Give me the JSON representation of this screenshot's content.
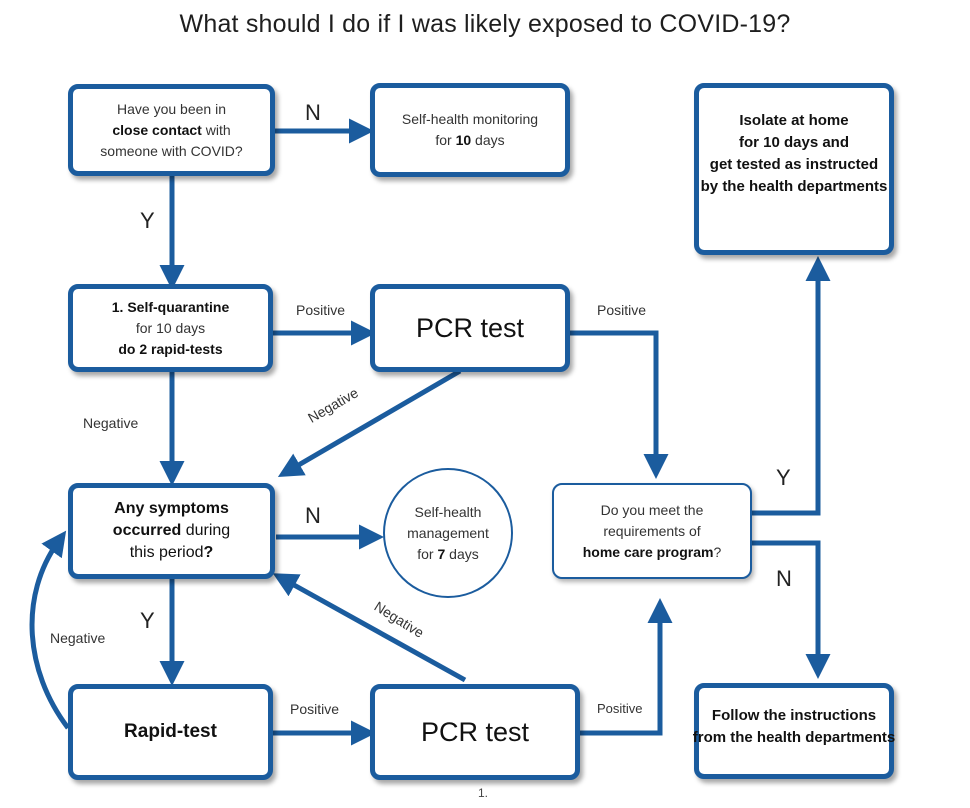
{
  "title": "What should I do if I was likely exposed to COVID-19?",
  "footnote": "1.",
  "boxes": {
    "close_contact": {
      "line1": "Have you been in",
      "line2_bold": "close contact",
      "line2_rest": " with",
      "line3": "someone with COVID?"
    },
    "self_monitoring": {
      "line1": "Self-health monitoring",
      "line2_pre": "for ",
      "line2_bold": "10",
      "line2_post": " days"
    },
    "isolate": {
      "line1": "Isolate at home",
      "line2": "for 10 days and",
      "line3": "get tested as instructed",
      "line4": "by the health departments"
    },
    "self_quarantine": {
      "line1": "1. Self-quarantine",
      "line2": "for 10 days",
      "line3": "do 2 rapid-tests"
    },
    "pcr_test_top": {
      "label": "PCR test"
    },
    "symptoms": {
      "line1": "Any symptoms",
      "line2_bold": "occurred",
      "line2_rest": " during",
      "line3_rest": "this period",
      "line3_bold": "?"
    },
    "self_management": {
      "line1": "Self-health",
      "line2": "management",
      "line3_pre": "for ",
      "line3_bold": "7",
      "line3_post": " days"
    },
    "home_care": {
      "line1": "Do you meet the",
      "line2": "requirements of",
      "line3_bold": "home care program",
      "line3_rest": "?"
    },
    "rapid_test": {
      "label": "Rapid-test"
    },
    "pcr_test_bottom": {
      "label": "PCR test"
    },
    "follow": {
      "line1": "Follow the instructions",
      "line2": "from the health departments"
    }
  },
  "edge_labels": {
    "n_top": "N",
    "y_left_top": "Y",
    "positive_1": "Positive",
    "positive_2": "Positive",
    "negative_left": "Negative",
    "negative_diag_top": "Negative",
    "n_mid": "N",
    "y_right": "Y",
    "n_right": "N",
    "y_left_bottom": "Y",
    "negative_loop": "Negative",
    "negative_diag_bottom": "Negative",
    "positive_3": "Positive",
    "positive_4": "Positive"
  },
  "colors": {
    "arrow": "#1b5c9e",
    "border": "#1b5c9e"
  }
}
